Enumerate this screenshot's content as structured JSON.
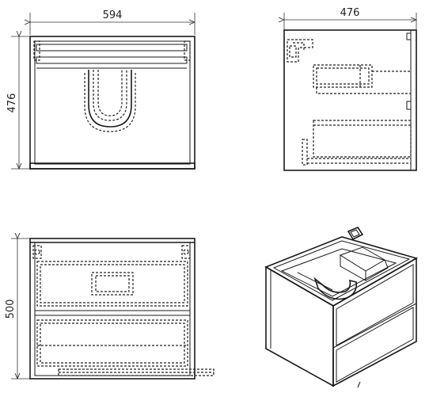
{
  "dimensions": {
    "top_width": "594",
    "top_depth": "476",
    "side_depth": "476",
    "front_height": "500"
  }
}
